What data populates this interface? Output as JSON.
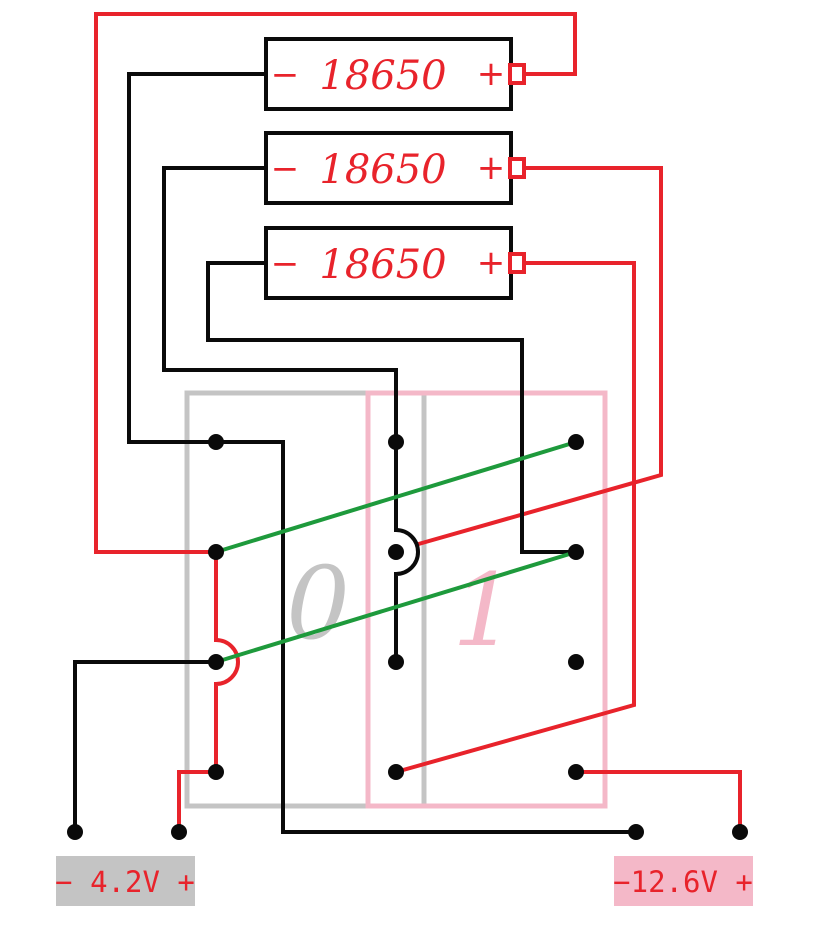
{
  "colors": {
    "red": "#e8232b",
    "black": "#0a0a0a",
    "green": "#1e9a3c",
    "gray_frame": "#c4c4c4",
    "pink_frame": "#f4b8c8",
    "gray_badge": "#c4c4c4",
    "pink_badge": "#f4b8c8"
  },
  "batteries": [
    {
      "label": "18650",
      "minus": "−",
      "plus": "+"
    },
    {
      "label": "18650",
      "minus": "−",
      "plus": "+"
    },
    {
      "label": "18650",
      "minus": "−",
      "plus": "+"
    }
  ],
  "switch": {
    "position_off": "0",
    "position_on": "1"
  },
  "outputs": {
    "left": "− 4.2V +",
    "right": "−12.6V +"
  }
}
